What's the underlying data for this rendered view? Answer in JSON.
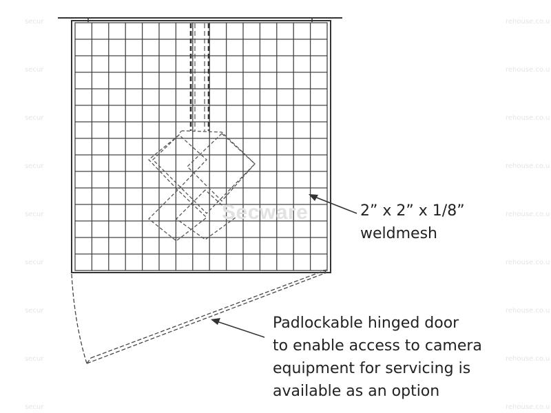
{
  "watermark": {
    "brand": "Secware",
    "left_text": "secur",
    "right_text": "rehouse.co.u"
  },
  "labels": {
    "mesh_lines": [
      "2” x 2” x 1/8”",
      "weldmesh"
    ],
    "door_lines": [
      "Padlockable hinged door",
      "to enable access to camera",
      "equipment for servicing is",
      "available as an option"
    ]
  },
  "colors": {
    "line": "#333333",
    "watermark": "#e2e2e2"
  }
}
